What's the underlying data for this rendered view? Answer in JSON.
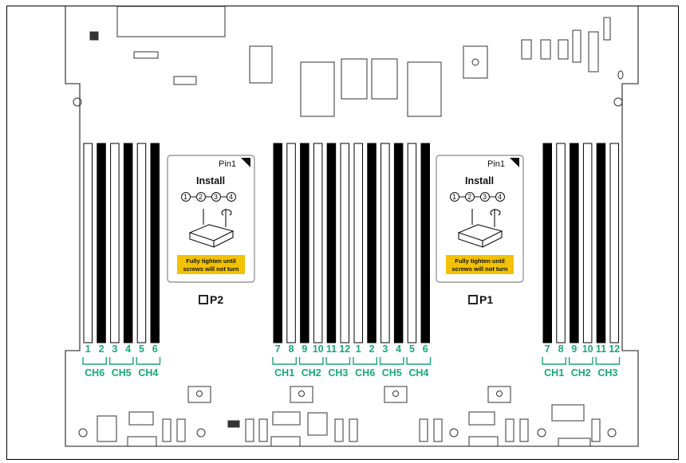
{
  "processors": [
    {
      "label": "P2",
      "pin1_label": "Pin1",
      "install_title": "Install",
      "steps": [
        "1",
        "2",
        "3",
        "4"
      ],
      "warning_line1": "Fully tighten until",
      "warning_line2": "screws will not turn"
    },
    {
      "label": "P1",
      "pin1_label": "Pin1",
      "install_title": "Install",
      "steps": [
        "1",
        "2",
        "3",
        "4"
      ],
      "warning_line1": "Fully tighten until",
      "warning_line2": "screws will not turn"
    }
  ],
  "dimm_groups": [
    {
      "slots": [
        "1",
        "2",
        "3",
        "4",
        "5",
        "6"
      ],
      "colors": [
        "white",
        "black",
        "white",
        "black",
        "white",
        "black"
      ],
      "channels": [
        "CH6",
        "CH5",
        "CH4"
      ]
    },
    {
      "slots": [
        "7",
        "8",
        "9",
        "10",
        "11",
        "12"
      ],
      "colors": [
        "black",
        "white",
        "black",
        "white",
        "black",
        "white"
      ],
      "channels": [
        "CH1",
        "CH2",
        "CH3"
      ]
    },
    {
      "slots": [
        "1",
        "2",
        "3",
        "4",
        "5",
        "6"
      ],
      "colors": [
        "white",
        "black",
        "white",
        "black",
        "white",
        "black"
      ],
      "channels": [
        "CH6",
        "CH5",
        "CH4"
      ]
    },
    {
      "slots": [
        "7",
        "8",
        "9",
        "10",
        "11",
        "12"
      ],
      "colors": [
        "black",
        "white",
        "black",
        "white",
        "black",
        "white"
      ],
      "channels": [
        "CH1",
        "CH2",
        "CH3"
      ]
    }
  ],
  "colors": {
    "accent_green": "#1aa77a",
    "warning_yellow": "#f2c200",
    "line": "#555555"
  }
}
